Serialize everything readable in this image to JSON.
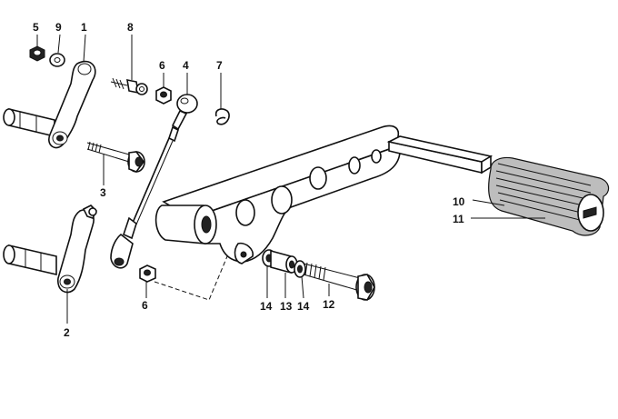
{
  "diagram": {
    "callouts": [
      {
        "id": "c1",
        "text": "1"
      },
      {
        "id": "c2",
        "text": "2"
      },
      {
        "id": "c3",
        "text": "3"
      },
      {
        "id": "c4",
        "text": "4"
      },
      {
        "id": "c5",
        "text": "5"
      },
      {
        "id": "c6a",
        "text": "6"
      },
      {
        "id": "c6b",
        "text": "6"
      },
      {
        "id": "c7",
        "text": "7"
      },
      {
        "id": "c8",
        "text": "8"
      },
      {
        "id": "c9",
        "text": "9"
      },
      {
        "id": "c10",
        "text": "10"
      },
      {
        "id": "c11",
        "text": "11"
      },
      {
        "id": "c12",
        "text": "12"
      },
      {
        "id": "c13",
        "text": "13"
      },
      {
        "id": "c14a",
        "text": "14"
      },
      {
        "id": "c14b",
        "text": "14"
      }
    ]
  }
}
